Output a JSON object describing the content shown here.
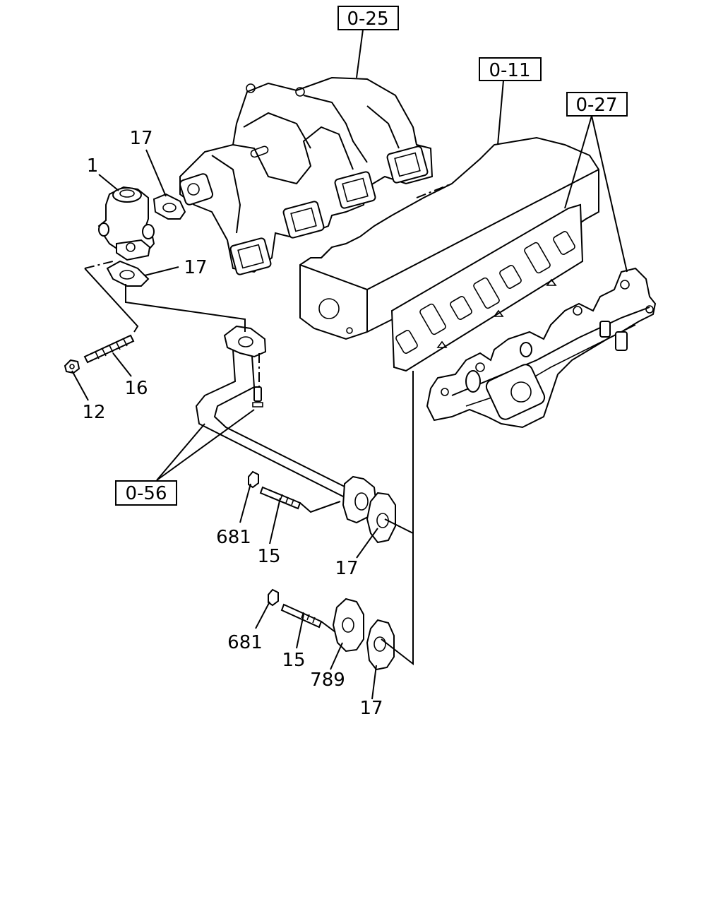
{
  "refs": {
    "intake_manifold": "0-25",
    "cylinder_head": "0-11",
    "exhaust_manifold": "0-27",
    "egr_pipe": "0-56"
  },
  "callouts": {
    "valve": "1",
    "gasket_valve_top": "17",
    "gasket_valve_bottom": "17",
    "stud_valve": "16",
    "nut_valve": "12",
    "nut_pipe": "681",
    "stud_pipe": "15",
    "gasket_pipe": "17",
    "nut_lower": "681",
    "stud_lower": "15",
    "adapter_lower": "789",
    "gasket_lower": "17"
  }
}
